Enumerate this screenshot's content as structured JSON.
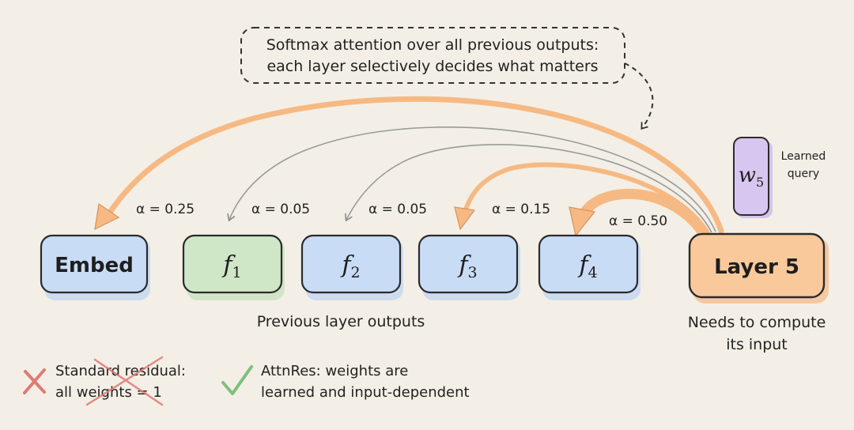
{
  "callout": {
    "line1": "Softmax attention over all previous outputs:",
    "line2": "each layer selectively decides what matters"
  },
  "nodes": {
    "embed": "Embed",
    "f1": {
      "base": "f",
      "sub": "1"
    },
    "f2": {
      "base": "f",
      "sub": "2"
    },
    "f3": {
      "base": "f",
      "sub": "3"
    },
    "f4": {
      "base": "f",
      "sub": "4"
    },
    "layer5": "Layer 5"
  },
  "weights": {
    "embed": "α = 0.25",
    "f1": "α = 0.05",
    "f2": "α = 0.05",
    "f3": "α = 0.15",
    "f4": "α = 0.50"
  },
  "query": {
    "base": "w",
    "sub": "5",
    "label_line1": "Learned",
    "label_line2": "query"
  },
  "captions": {
    "previous_outputs": "Previous layer outputs",
    "needs_line1": "Needs to compute",
    "needs_line2": "its input"
  },
  "legend": {
    "standard_line1": "Standard residual:",
    "standard_line2": "all weights = 1",
    "attnres_line1": "AttnRes: weights are",
    "attnres_line2": "learned and input-dependent"
  },
  "colors": {
    "background": "#f3efe6",
    "blue_fill": "#c9dcf6",
    "green_fill": "#cfe6c7",
    "orange_fill": "#f9c99b",
    "purple_fill": "#d7c6ef",
    "orange_arrow": "#f6b983",
    "gray_arrow": "#9a9a9a",
    "cross_red": "#e07a73",
    "check_green": "#7fbf7a"
  }
}
